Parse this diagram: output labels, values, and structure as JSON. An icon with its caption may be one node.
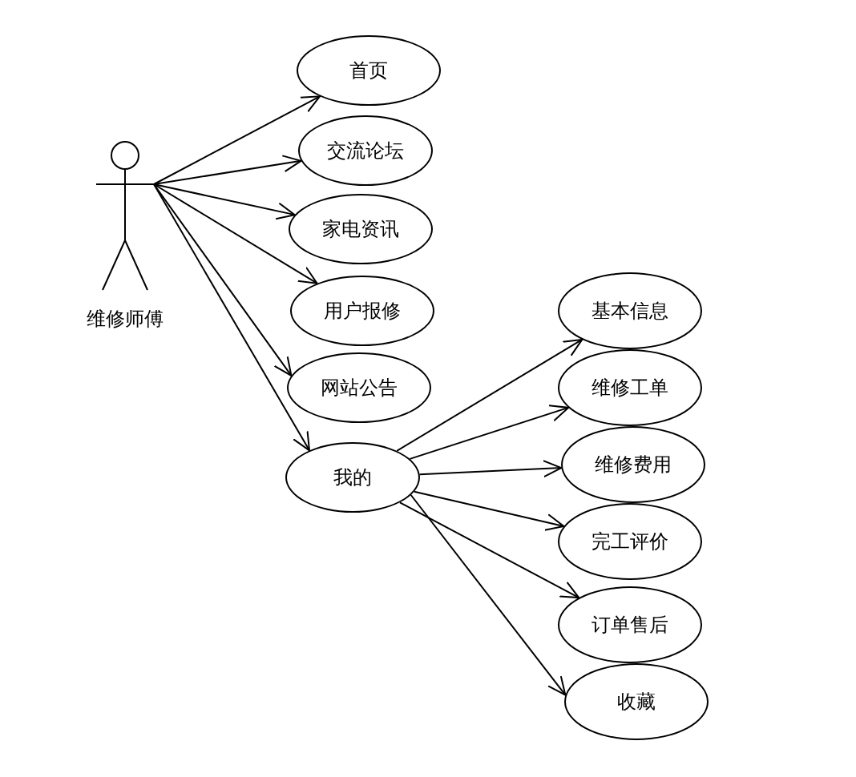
{
  "diagram": {
    "nodes": [
      {
        "text": [
          "维修师傅"
        ]
      },
      {
        "text": [
          "首页"
        ]
      },
      {
        "text": [
          "交流论坛"
        ]
      },
      {
        "text": [
          "家电资讯"
        ]
      },
      {
        "text": [
          "用户报修"
        ]
      },
      {
        "text": [
          "网站公告"
        ]
      },
      {
        "text": [
          "我的"
        ]
      },
      {
        "text": [
          "基本信息"
        ]
      },
      {
        "text": [
          "维修工单"
        ]
      },
      {
        "text": [
          "维修费用"
        ]
      },
      {
        "text": [
          "完工评价"
        ]
      },
      {
        "text": [
          "订单售后"
        ]
      },
      {
        "text": [
          "收藏"
        ]
      }
    ],
    "edges": [
      {
        "from": 0,
        "to": 1,
        "arrow": "to"
      },
      {
        "from": 0,
        "to": 2,
        "arrow": "to"
      },
      {
        "from": 0,
        "to": 3,
        "arrow": "to"
      },
      {
        "from": 0,
        "to": 4,
        "arrow": "to"
      },
      {
        "from": 0,
        "to": 5,
        "arrow": "to"
      },
      {
        "from": 0,
        "to": 6,
        "arrow": "to"
      },
      {
        "from": 6,
        "to": 7,
        "arrow": "to"
      },
      {
        "from": 6,
        "to": 8,
        "arrow": "to"
      },
      {
        "from": 6,
        "to": 9,
        "arrow": "to"
      },
      {
        "from": 6,
        "to": 10,
        "arrow": "to"
      },
      {
        "from": 6,
        "to": 11,
        "arrow": "to"
      },
      {
        "from": 6,
        "to": 12,
        "arrow": "to"
      }
    ]
  }
}
